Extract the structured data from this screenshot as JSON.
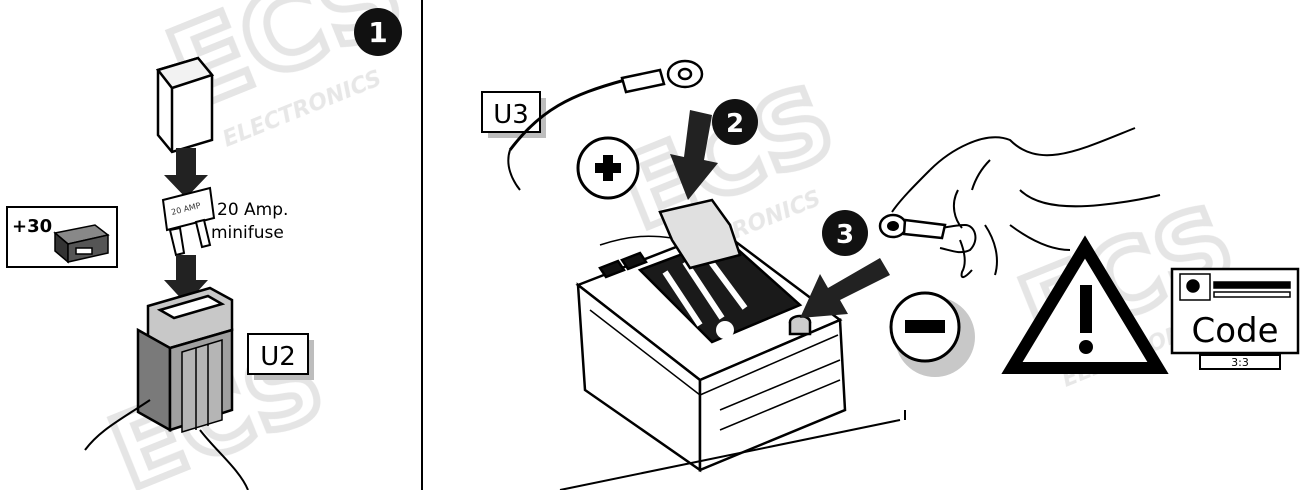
{
  "left_panel": {
    "step_number": "1",
    "fuse_value": "20 Amp.",
    "fuse_type": "minifuse",
    "terminal_label": "+30",
    "connector_label": "U2",
    "fuse_print": "20 AMP"
  },
  "right_panel": {
    "step_two": "2",
    "step_three": "3",
    "cable_label": "U3",
    "positive_sign": "+",
    "negative_sign": "−"
  },
  "warning": {
    "symbol": "!",
    "code_label": "Code",
    "code_value": "3:3"
  },
  "watermark": {
    "brand": "ECS",
    "sub": "ELECTRONICS"
  }
}
